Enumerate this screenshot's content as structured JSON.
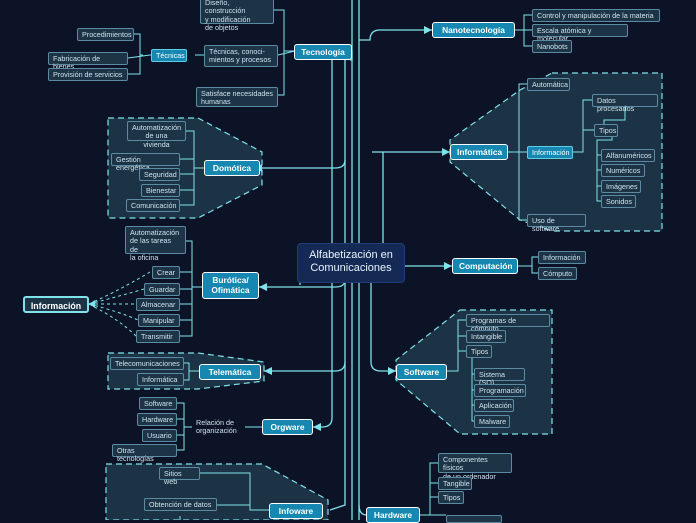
{
  "central": "Alfabetización en\nComunicaciones",
  "colors": {
    "background": "#0c1326",
    "link": "#7fe3ea",
    "main_fill": "#1587b0",
    "leaf_fill": "#1d3447",
    "group_fill": "#1b3344"
  },
  "left": {
    "tecnologia": {
      "title": "Tecnología",
      "items": [
        "Diseño, construcción\ny modificación\nde objetos",
        "Técnicas, conoci-\nmientos y procesos",
        "Satisface necesidades\nhumanas"
      ],
      "tecnicas": {
        "title": "Técnicas",
        "items": [
          "Procedimientos",
          "Fabricación de bienes",
          "Provisión de servicios"
        ]
      }
    },
    "domotica": {
      "title": "Domótica",
      "items": [
        "Automatización\nde una vivienda",
        "Gestión energética",
        "Seguridad",
        "Bienestar",
        "Comunicación"
      ]
    },
    "burotica": {
      "title": "Burótica/\nOfimática",
      "items": [
        "Automatización\nde las tareas de\nla oficina",
        "Crear",
        "Guardar",
        "Almacenar",
        "Manipular",
        "Transmitir"
      ]
    },
    "informacion": "Información",
    "telematica": {
      "title": "Telemática",
      "items": [
        "Telecomunicaciones",
        "Informática"
      ]
    },
    "orgware": {
      "title": "Orgware",
      "relation": "Relación de\norganización",
      "items": [
        "Software",
        "Hardware",
        "Usuario",
        "Otras tecnologías"
      ]
    },
    "infoware": {
      "title": "Infoware",
      "items": [
        "Sitios web",
        "Obtención de datos"
      ]
    }
  },
  "right": {
    "nanotecnologia": {
      "title": "Nanotecnología",
      "items": [
        "Control y manipulación de la materia",
        "Escala atómica y molecular",
        "Nanobots"
      ]
    },
    "informatica": {
      "title": "Informática",
      "automatica": "Automática",
      "informacion": "Información",
      "datos": "Datos procesados",
      "tipos": "Tipos",
      "tipos_items": [
        "Alfanuméricos",
        "Numéricos",
        "Imágenes",
        "Sonidos"
      ],
      "uso": "Uso de software"
    },
    "computacion": {
      "title": "Computación",
      "items": [
        "Información",
        "Cómputo"
      ]
    },
    "software": {
      "title": "Software",
      "items": [
        "Programas de cómputo",
        "Intangible",
        "Tipos"
      ],
      "tipos_items": [
        "Sistema (SO)",
        "Programación",
        "Aplicación",
        "Malware"
      ]
    },
    "hardware": {
      "title": "Hardware",
      "items": [
        "Componentes físicos\nde un ordenador",
        "Tangible",
        "Tipos"
      ]
    }
  }
}
